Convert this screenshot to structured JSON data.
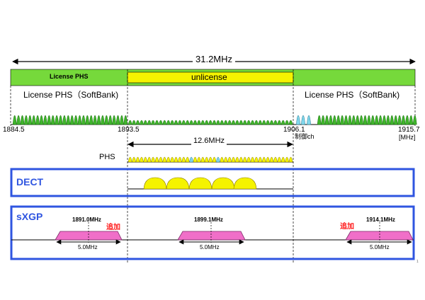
{
  "span_label": "31.2MHz",
  "band": {
    "license_bar_label": "License PHS",
    "unlicense_label": "unlicense",
    "softbank_left_label": "License PHS（SoftBank)",
    "softbank_right_label": "License PHS（SoftBank)",
    "colors": {
      "license_green": "#76d93b",
      "unlicense_yellow": "#f5f300",
      "wave_green": "#3fb52b",
      "control_cyan": "#7fd6ec"
    }
  },
  "frequencies": {
    "f1": "1884.5",
    "f2": "1893.5",
    "f3": "1906.1",
    "f4": "1915.7",
    "unit": "[MHz]",
    "control_label": "制御ch"
  },
  "phs": {
    "label": "PHS",
    "width_label": "12.6MHz"
  },
  "dect": {
    "label": "DECT"
  },
  "sxgp": {
    "label": "sXGP",
    "channels": [
      {
        "center": "1891.0MHz",
        "added": "追加",
        "width": "5.0MHz"
      },
      {
        "center": "1899.1MHz",
        "width": "5.0MHz"
      },
      {
        "center": "1914.1MHz",
        "added": "追加",
        "width": "5.0MHz"
      }
    ]
  },
  "page_number": "1"
}
